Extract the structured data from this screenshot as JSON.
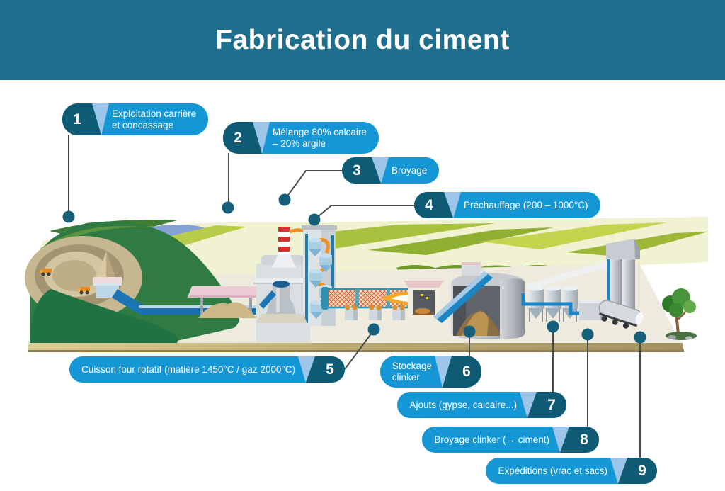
{
  "title_bar": {
    "title": "Fabrication du ciment"
  },
  "callouts": [
    {
      "num": "1",
      "line1": "Exploitation carrière",
      "line2": "et concassage",
      "side": "left"
    },
    {
      "num": "2",
      "line1": "Mélange 80% calcaire",
      "line2": "– 20% argile",
      "side": "left"
    },
    {
      "num": "3",
      "line1": "Broyage",
      "line2": "",
      "side": "left"
    },
    {
      "num": "4",
      "line1": "Préchauffage (200 – 1000°C)",
      "line2": "",
      "side": "left"
    },
    {
      "num": "5",
      "line1": "Cuisson four rotatif (matière 1450°C / gaz 2000°C)",
      "line2": "",
      "side": "right"
    },
    {
      "num": "6",
      "line1": "Stockage",
      "line2": "clinker",
      "side": "right"
    },
    {
      "num": "7",
      "line1": "Ajouts (gypse, calcaire...)",
      "line2": "",
      "side": "right"
    },
    {
      "num": "8",
      "line1": "Broyage clinker (→ ciment)",
      "line2": "",
      "side": "right"
    },
    {
      "num": "9",
      "line1": "Expéditions (vrac et sacs)",
      "line2": "",
      "side": "right"
    }
  ],
  "colors": {
    "header_teal": "#1E6E8D",
    "pill_blue": "#1597D5",
    "number_cap_teal": "#0F5A74",
    "wedge_light_blue": "#9CC5E9",
    "connector_grey": "#4A4A4A",
    "dot_teal": "#17607C",
    "ground_khaki": "#B5A771"
  },
  "scene_elements": [
    "quarry-icon",
    "dump-truck-icon",
    "crusher-icon",
    "conveyor-icon",
    "storage-shed-icon",
    "chimney-icon",
    "preheater-tower-icon",
    "rotary-kiln-icon",
    "flame-icon",
    "clinker-dome-icon",
    "additive-silos-icon",
    "cement-silos-icon",
    "tanker-truck-icon",
    "tree-icon"
  ]
}
